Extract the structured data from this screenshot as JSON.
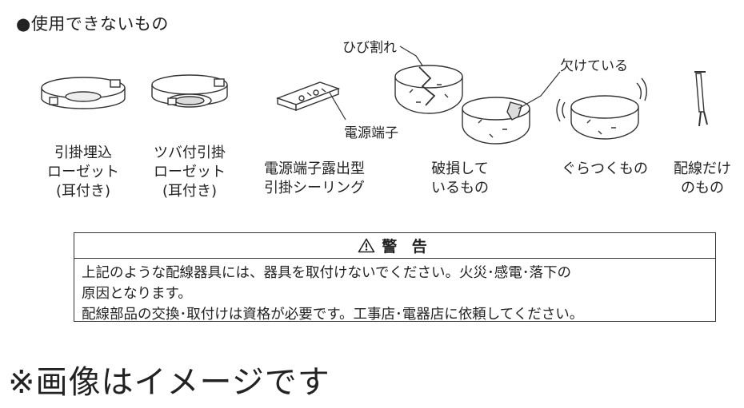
{
  "heading": "●使用できないもの",
  "items": [
    {
      "label_lines": [
        "引掛埋込",
        "ローゼット",
        "(耳付き)"
      ]
    },
    {
      "label_lines": [
        "ツバ付引掛",
        "ローゼット",
        "(耳付き)"
      ]
    },
    {
      "label_lines": [
        "電源端子露出型",
        "引掛シーリング"
      ]
    },
    {
      "label_lines": [
        "破損して",
        "いるもの"
      ]
    },
    {
      "label_lines": [
        "ぐらつくもの"
      ]
    },
    {
      "label_lines": [
        "配線だけ",
        "のもの"
      ]
    }
  ],
  "callouts": {
    "terminal": "電源端子",
    "cracked": "ひび割れ",
    "chipped": "欠けている"
  },
  "warning": {
    "title": "警 告",
    "lines": [
      "上記のような配線器具には、器具を取付けないでください。火災･感電･落下の",
      "原因となります。",
      "配線部品の交換･取付けは資格が必要です。工事店･電器店に依頼してください。"
    ]
  },
  "footer": "※画像はイメージです"
}
